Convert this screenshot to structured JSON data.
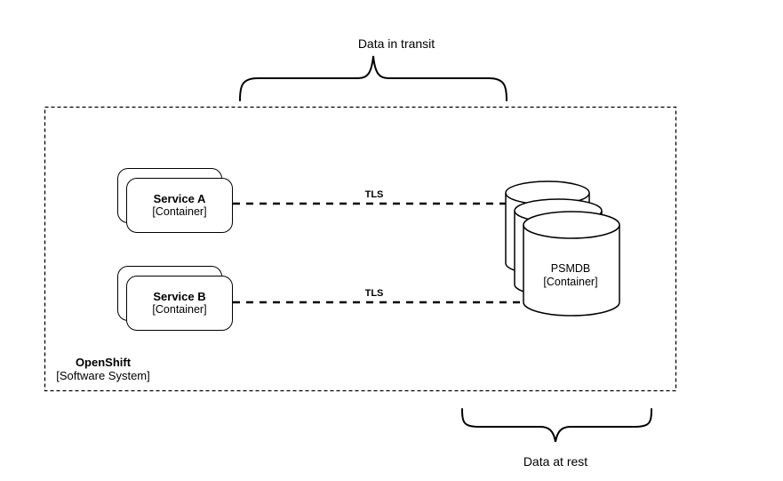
{
  "diagram": {
    "brace_top_label": "Data in transit",
    "brace_bottom_label": "Data at rest",
    "boundary": {
      "name": "OpenShift",
      "type": "[Software System]"
    },
    "nodes": {
      "service_a": {
        "name": "Service A",
        "type": "[Container]"
      },
      "service_b": {
        "name": "Service B",
        "type": "[Container]"
      },
      "psmdb": {
        "name": "PSMDB",
        "type": "[Container]"
      }
    },
    "edges": {
      "a_to_db": {
        "label": "TLS"
      },
      "b_to_db": {
        "label": "TLS"
      }
    },
    "colors": {
      "stroke": "#000000",
      "background": "#ffffff"
    }
  }
}
